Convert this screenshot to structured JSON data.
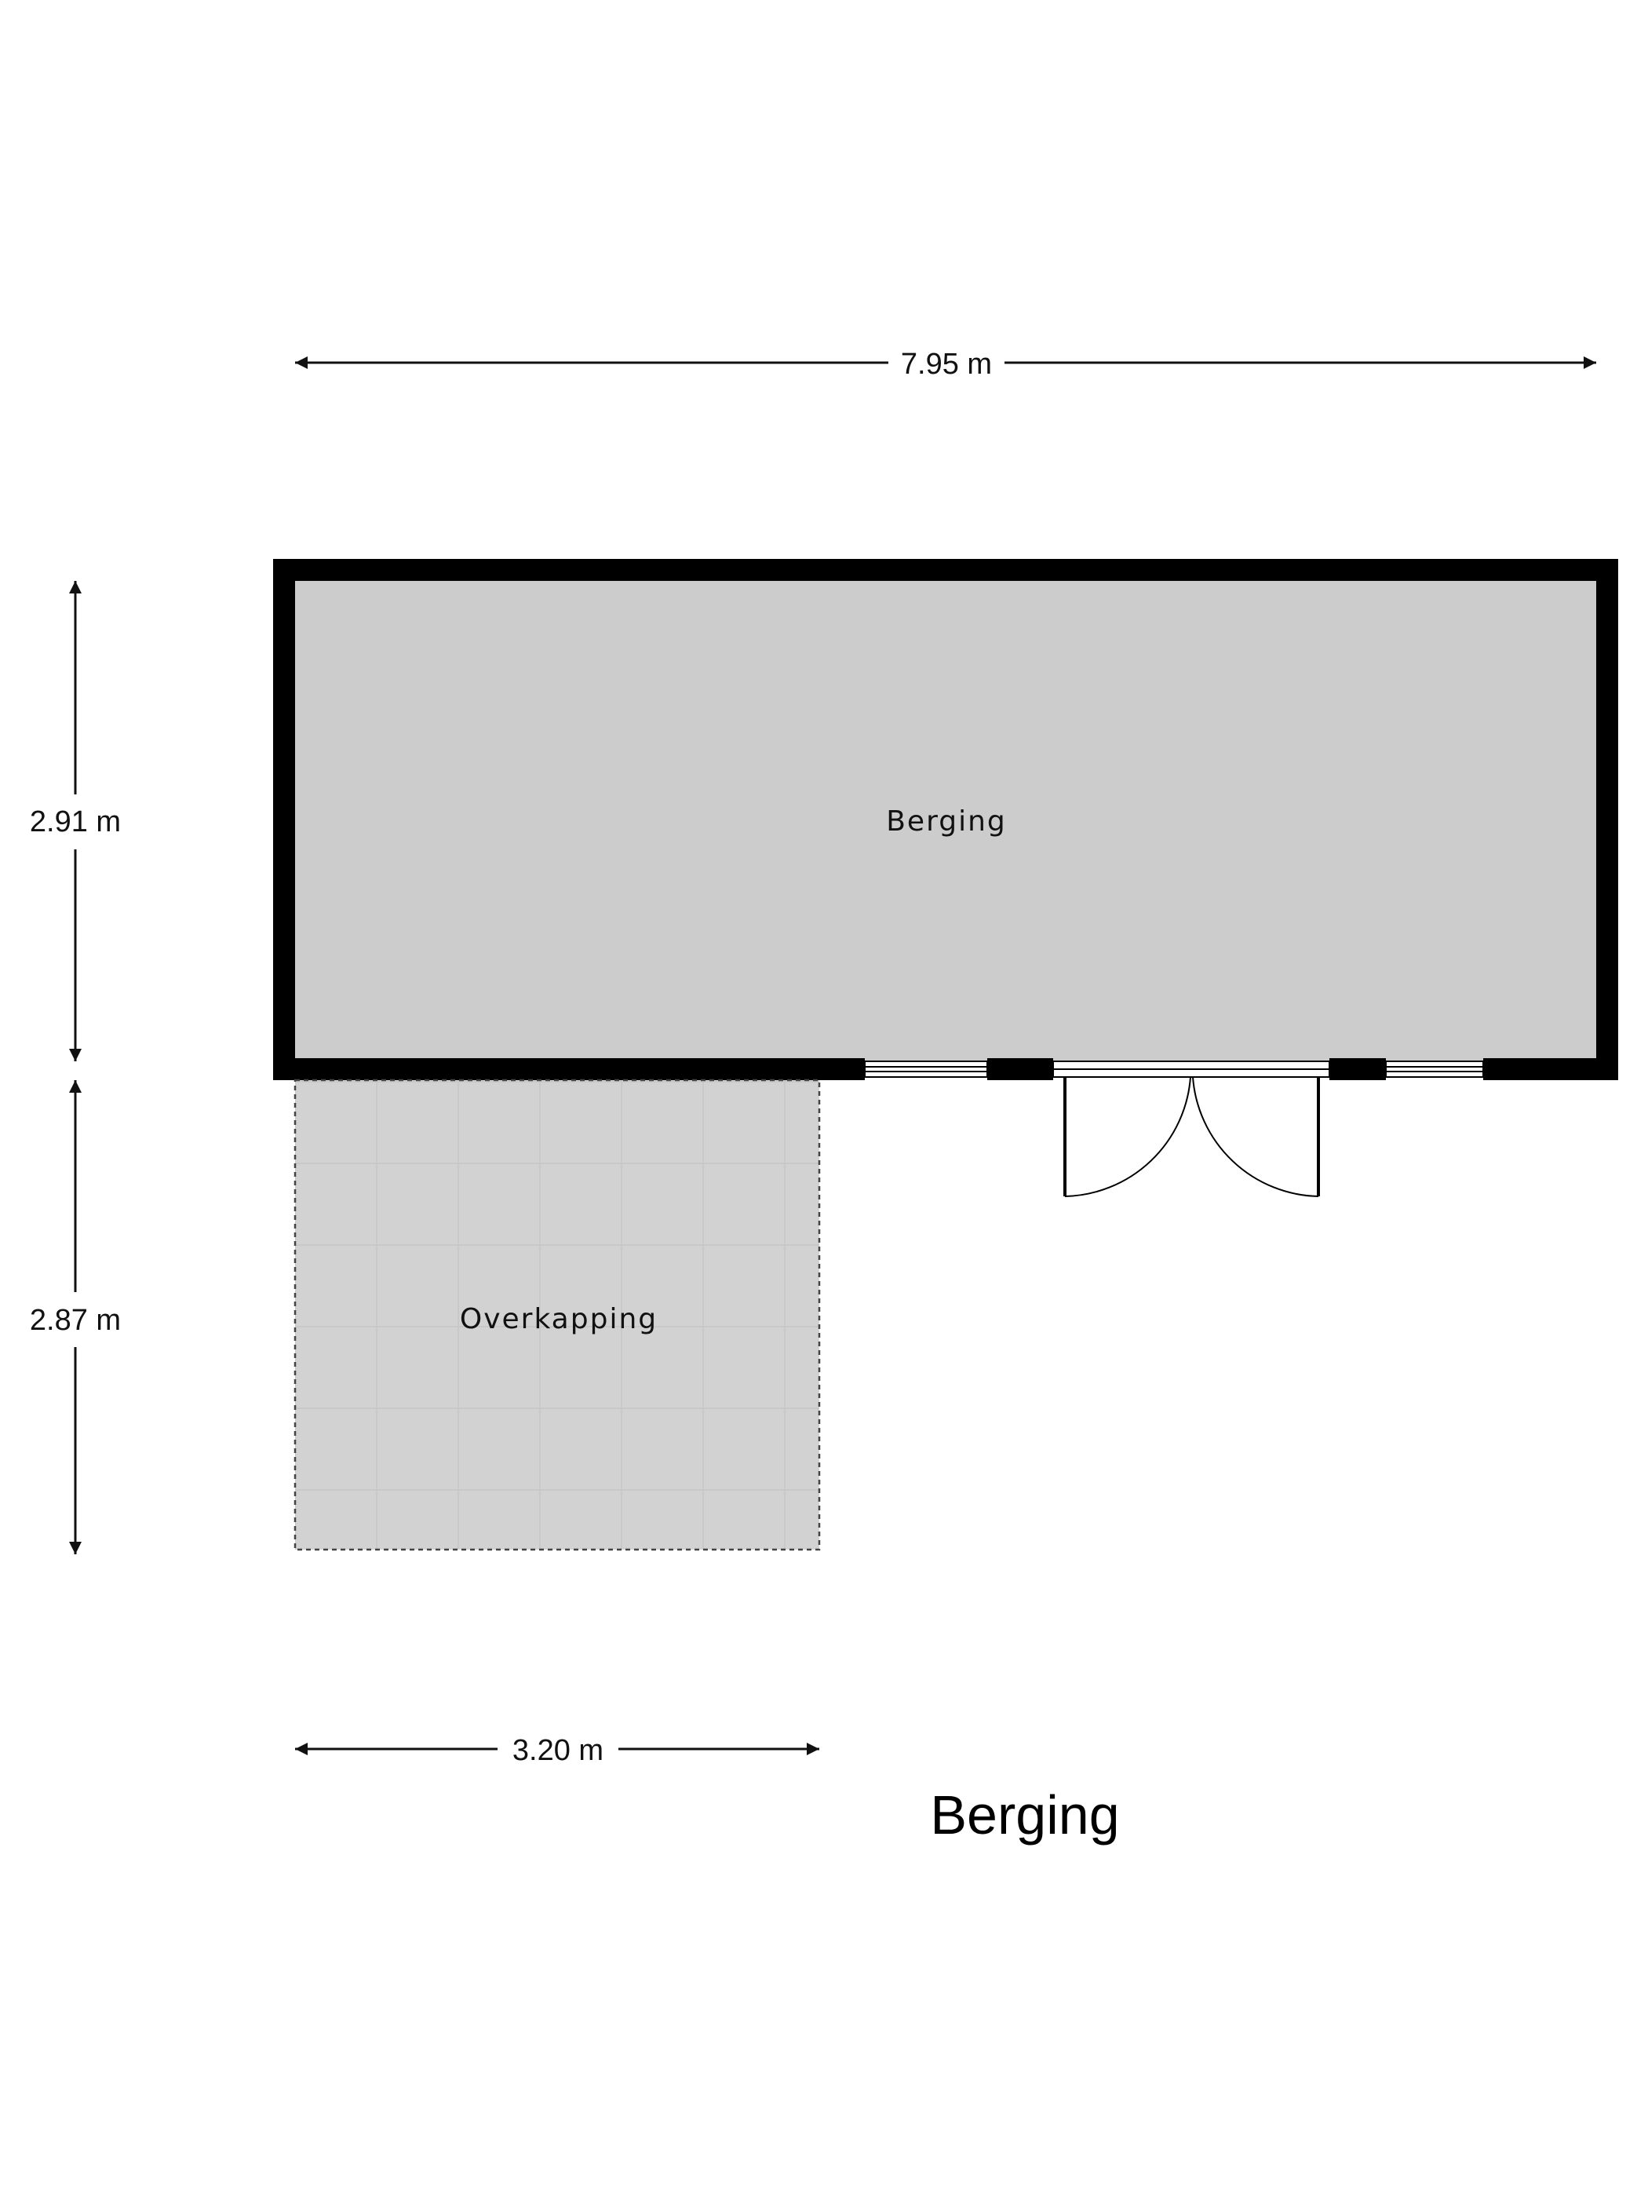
{
  "dimensions": {
    "total_width": "7.95 m",
    "storage_depth": "2.91 m",
    "canopy_depth": "2.87 m",
    "canopy_width": "3.20 m"
  },
  "rooms": {
    "storage": "Berging",
    "canopy": "Overkapping"
  },
  "title": "Berging",
  "colors": {
    "wall": "#000000",
    "storage_floor": "#cccccc",
    "canopy_floor": "#d4d4d4",
    "dimension_line": "#111111"
  }
}
